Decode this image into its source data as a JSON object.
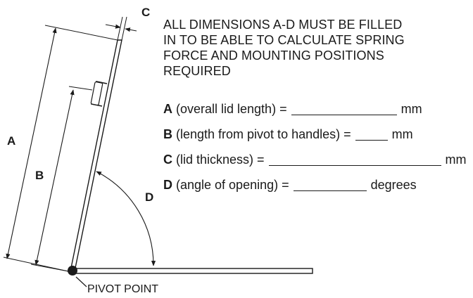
{
  "instructions": "ALL DIMENSIONS A-D MUST BE FILLED\nIN TO BE ABLE TO CALCULATE SPRING\nFORCE AND MOUNTING POSITIONS\nREQUIRED",
  "fields": [
    {
      "key": "A",
      "label": "(overall lid length) =",
      "unit": "mm"
    },
    {
      "key": "B",
      "label": "(length from pivot to handles) =",
      "unit": "mm"
    },
    {
      "key": "C",
      "label": "(lid thickness) =",
      "unit": "mm"
    },
    {
      "key": "D",
      "label": "(angle of opening) =",
      "unit": "degrees"
    }
  ],
  "diagram": {
    "labels": {
      "a": "A",
      "b": "B",
      "c": "C",
      "d": "D"
    },
    "pivot_label": "PIVOT POINT"
  }
}
